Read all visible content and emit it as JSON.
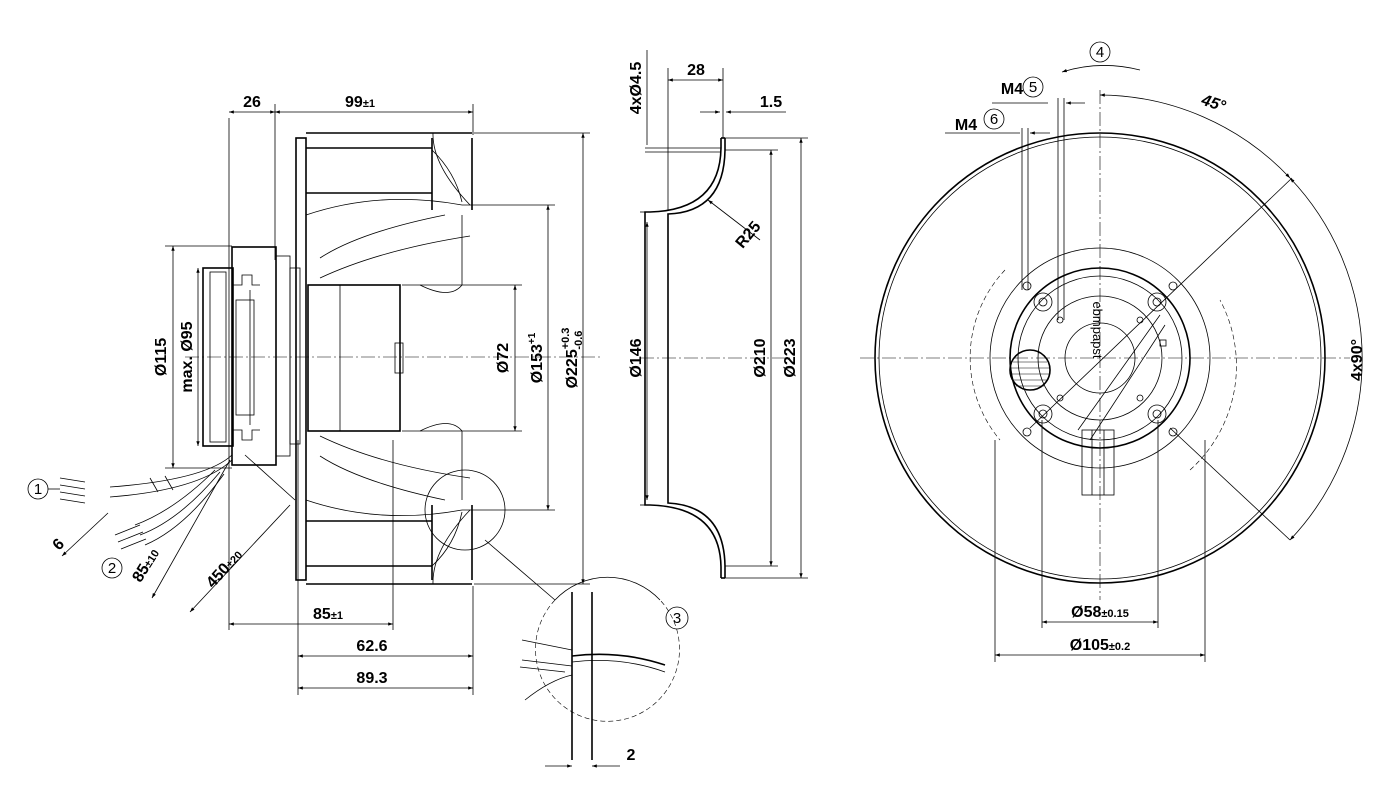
{
  "views": {
    "side": {
      "dims": {
        "d26": "26",
        "d99": "99",
        "d99_tol": "±1",
        "d115": "Ø115",
        "max95": "max. Ø95",
        "d72": "Ø72",
        "d153": "Ø153",
        "d153_tol": "+1",
        "d225": "Ø225",
        "d225_tol_up": "+0.3",
        "d225_tol_dn": "-0.6",
        "d6": "6",
        "d85_10": "85",
        "d85_10_tol": "±10",
        "d450": "450",
        "d450_tol": "±20",
        "d85_1": "85",
        "d85_1_tol": "±1",
        "d62": "62.6",
        "d89": "89.3"
      },
      "callouts": {
        "c1": "1",
        "c2": "2"
      }
    },
    "ring": {
      "dims": {
        "d4x45": "4xØ4.5",
        "d28": "28",
        "d15": "1.5",
        "r25": "R25",
        "d146": "Ø146",
        "d210": "Ø210",
        "d223": "Ø223"
      }
    },
    "detail": {
      "dims": {
        "d2": "2"
      },
      "callouts": {
        "c3": "3"
      }
    },
    "front": {
      "dims": {
        "m4a": "M4",
        "m4b": "M4",
        "a45": "45°",
        "a4x90": "4x90°",
        "d58": "Ø58",
        "d58_tol": "±0.15",
        "d105": "Ø105",
        "d105_tol": "±0.2"
      },
      "callouts": {
        "c4": "4",
        "c5": "5",
        "c6": "6"
      },
      "logo": "ebmpapst"
    }
  }
}
